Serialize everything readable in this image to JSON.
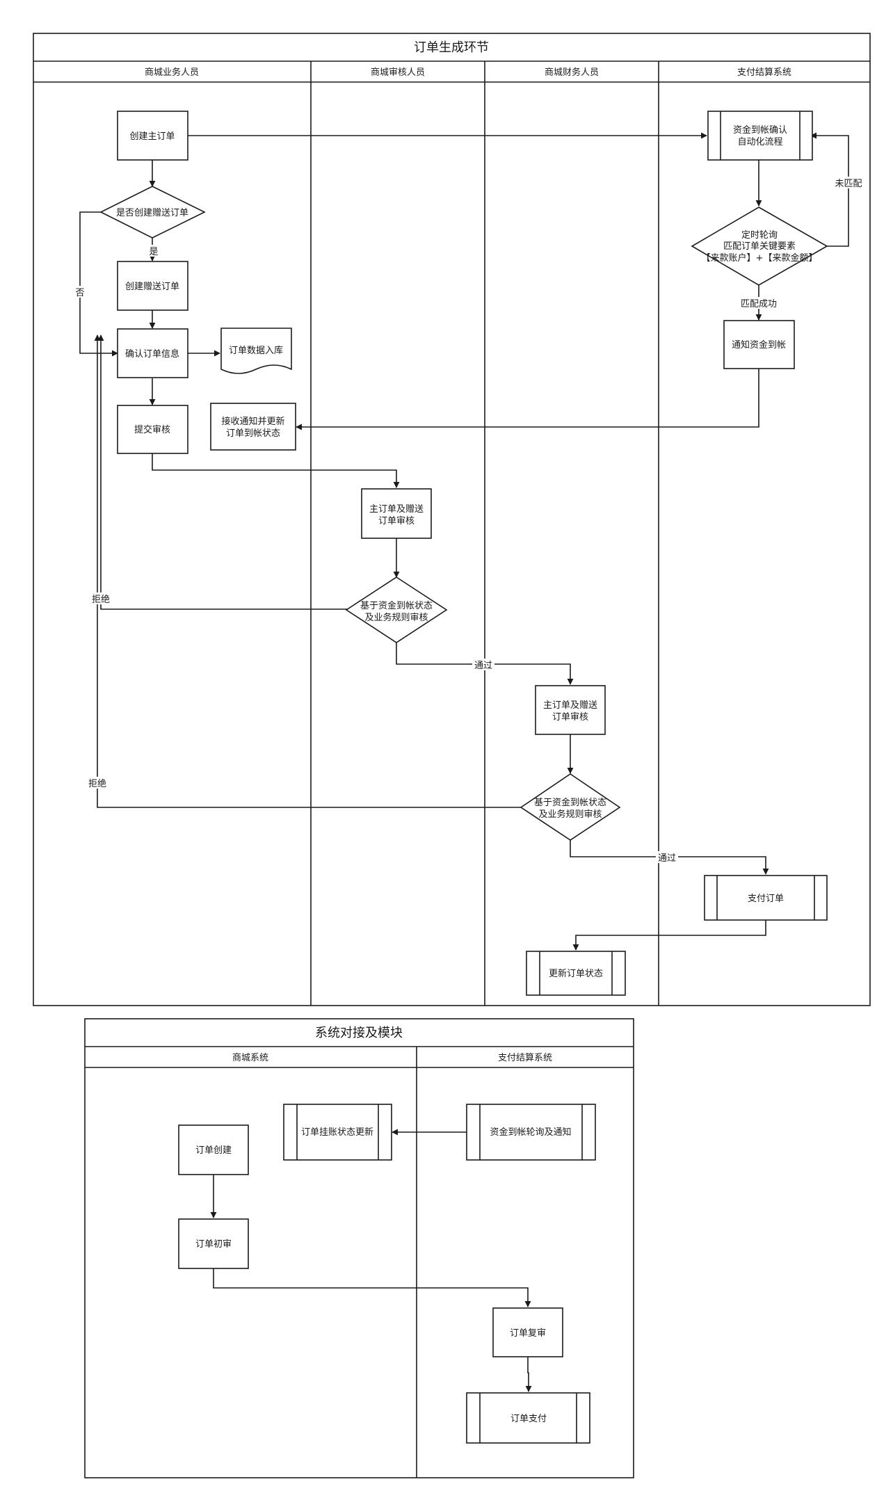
{
  "pool1": {
    "title": "订单生成环节",
    "lanes": [
      "商城业务人员",
      "商城审核人员",
      "商城财务人员",
      "支付结算系统"
    ],
    "nodes": {
      "create_main_order": "创建主订单",
      "is_create_gift": "是否创建赠送订单",
      "create_gift_order": "创建赠送订单",
      "confirm_order_info": "确认订单信息",
      "order_data_storage": "订单数据入库",
      "submit_review": "提交审核",
      "receive_notice": [
        "接收通知并更新",
        "订单到帐状态"
      ],
      "fund_confirm_flow": [
        "资金到帐确认",
        "自动化流程"
      ],
      "timed_polling": [
        "定时轮询",
        "匹配订单关键要素",
        "【来款账户】+【来款金额】"
      ],
      "notify_fund_arrival": "通知资金到帐",
      "review_main_gift_1": [
        "主订单及赠送",
        "订单审核"
      ],
      "decision_review_1": [
        "基于资金到帐状态",
        "及业务规则审核"
      ],
      "review_main_gift_2": [
        "主订单及赠送",
        "订单审核"
      ],
      "decision_review_2": [
        "基于资金到帐状态",
        "及业务规则审核"
      ],
      "pay_order": "支付订单",
      "update_order_status": "更新订单状态"
    },
    "edge_labels": {
      "yes": "是",
      "no": "否",
      "not_matched": "未匹配",
      "match_success": "匹配成功",
      "reject_1": "拒绝",
      "pass_1": "通过",
      "reject_2": "拒绝",
      "pass_2": "通过"
    }
  },
  "pool2": {
    "title": "系统对接及模块",
    "lanes": [
      "商城系统",
      "支付结算系统"
    ],
    "nodes": {
      "order_create": "订单创建",
      "order_first_review": "订单初审",
      "order_status_update": "订单挂账状态更新",
      "fund_polling_notice": "资金到帐轮询及通知",
      "order_second_review": "订单复审",
      "order_payment": "订单支付"
    }
  }
}
